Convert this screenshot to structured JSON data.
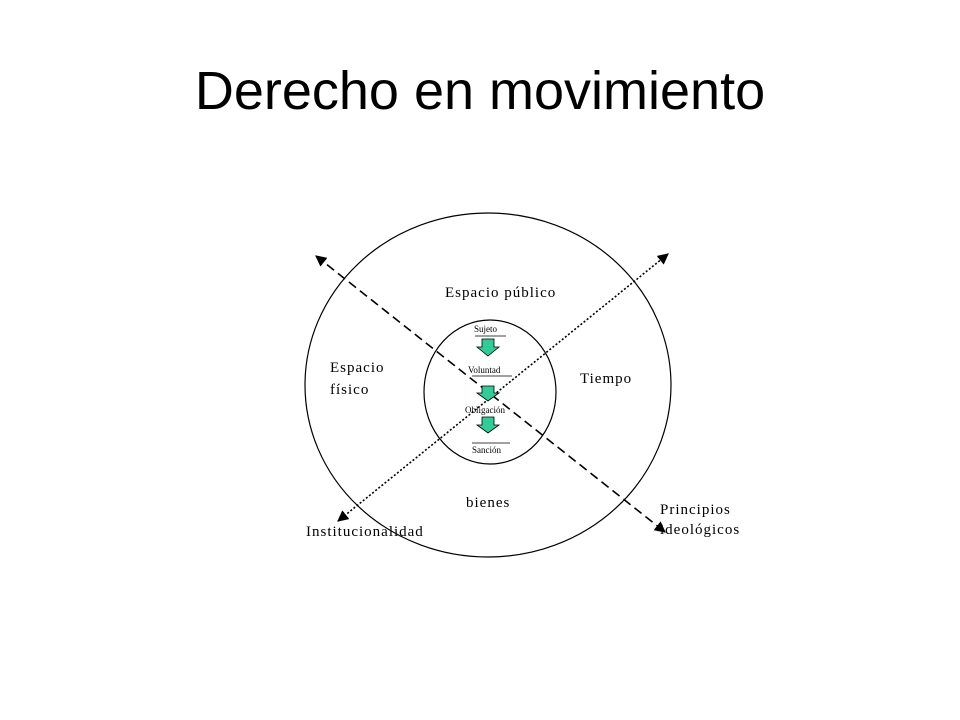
{
  "title": "Derecho en movimiento",
  "diagram": {
    "outer_labels": {
      "espacio_publico": "Espacio público",
      "espacio_fisico_line1": "Espacio",
      "espacio_fisico_line2": "físico",
      "tiempo": "Tiempo",
      "bienes": "bienes",
      "institucionalidad": "Institucionalidad",
      "principios_line1": "Principios",
      "principios_line2": "ideológicos"
    },
    "inner_labels": {
      "sujeto": "Sujeto",
      "voluntad": "Voluntad",
      "obligacion": "Obligación",
      "sancion": "Sanción"
    },
    "colors": {
      "arrow_fill": "#33cc99",
      "line": "#000000"
    }
  }
}
